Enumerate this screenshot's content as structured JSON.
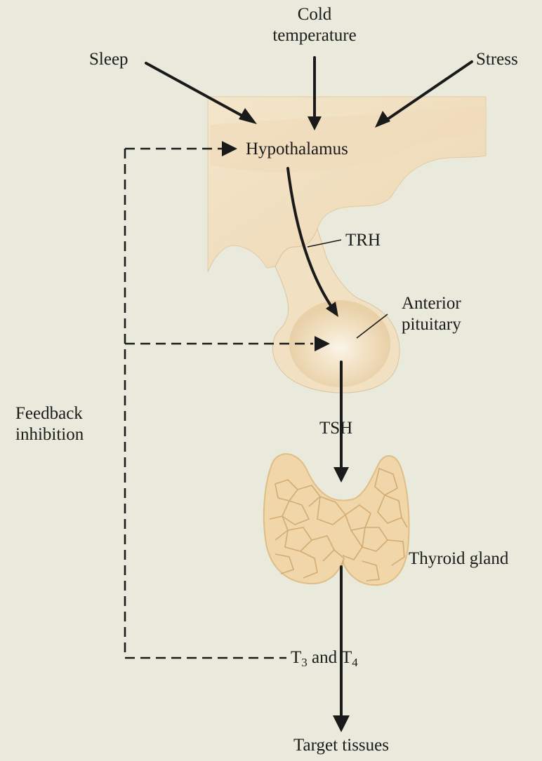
{
  "labels": {
    "sleep": "Sleep",
    "cold_temperature": [
      "Cold",
      "temperature"
    ],
    "stress": "Stress",
    "hypothalamus": "Hypothalamus",
    "trh": "TRH",
    "anterior_pituitary": [
      "Anterior",
      "pituitary"
    ],
    "feedback_inhibition": [
      "Feedback",
      "inhibition"
    ],
    "tsh": "TSH",
    "thyroid_gland": "Thyroid gland",
    "t3_t4": {
      "t": "T",
      "sub3": "3",
      "and": " and ",
      "t2": "T",
      "sub4": "4"
    },
    "target_tissues": "Target tissues"
  },
  "colors": {
    "background": "#e9eadc",
    "tissue": "#f1e0c1",
    "tissue_edge": "#d9c19c",
    "thyroid": "#eed0a0",
    "thyroid_lines": "#c99a5e",
    "arrow": "#1a1a1a"
  }
}
